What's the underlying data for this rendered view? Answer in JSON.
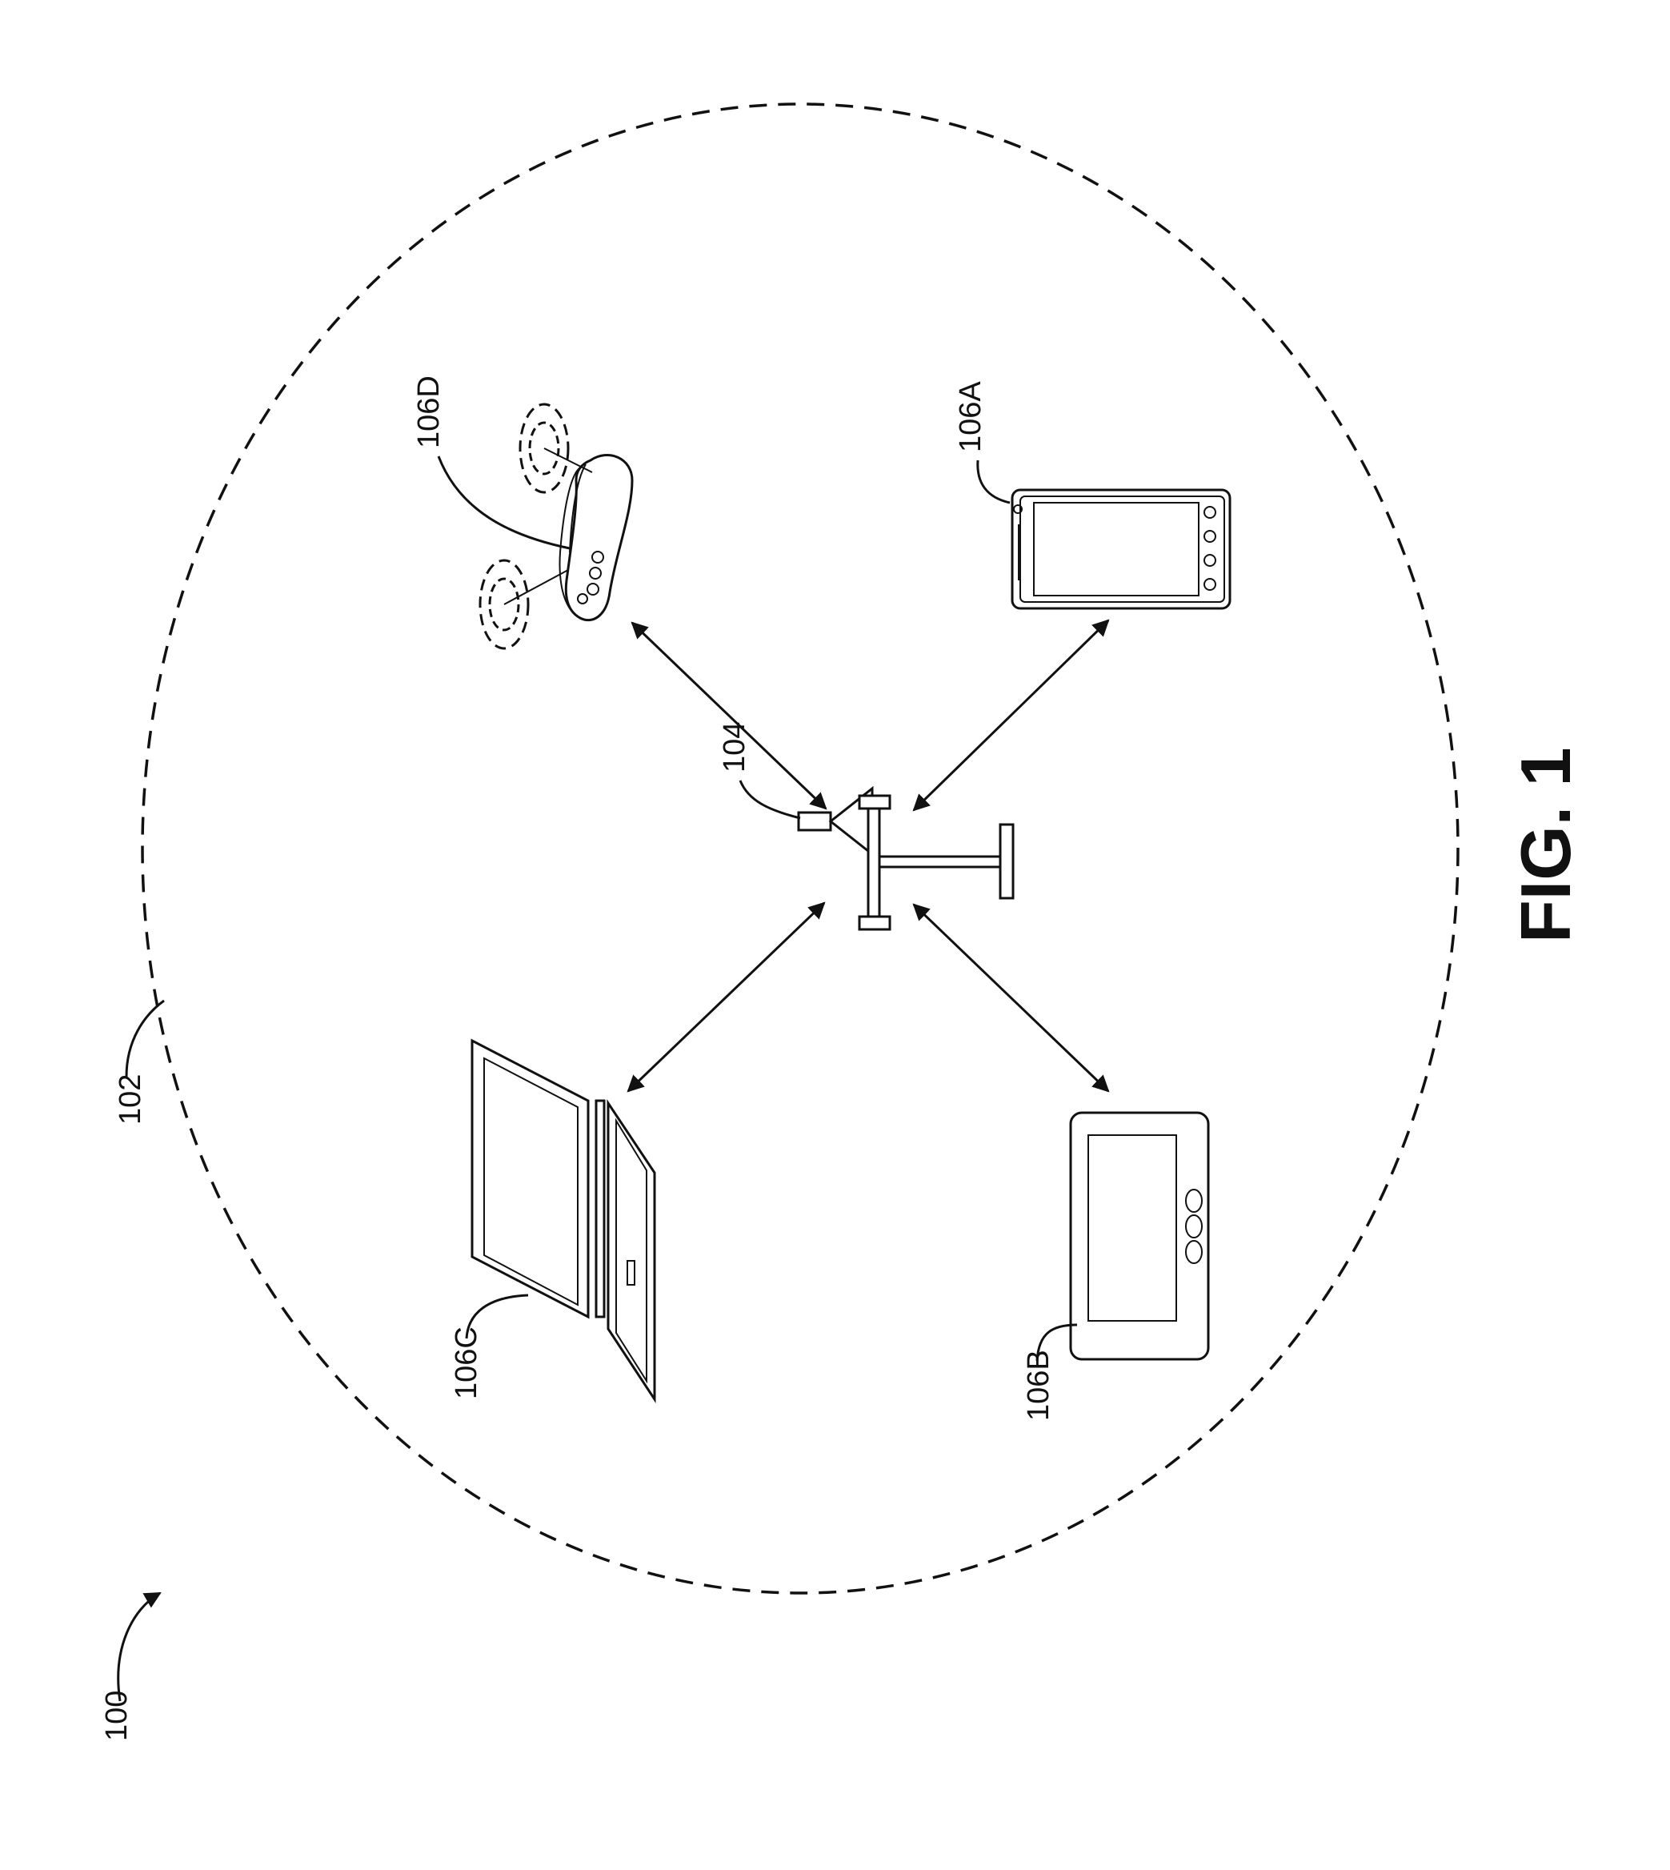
{
  "labels": {
    "system": "100",
    "network_area": "102",
    "access_point": "104",
    "device_a": "106A",
    "device_b": "106B",
    "device_c": "106C",
    "device_d": "106D",
    "figure": "FIG. 1"
  }
}
